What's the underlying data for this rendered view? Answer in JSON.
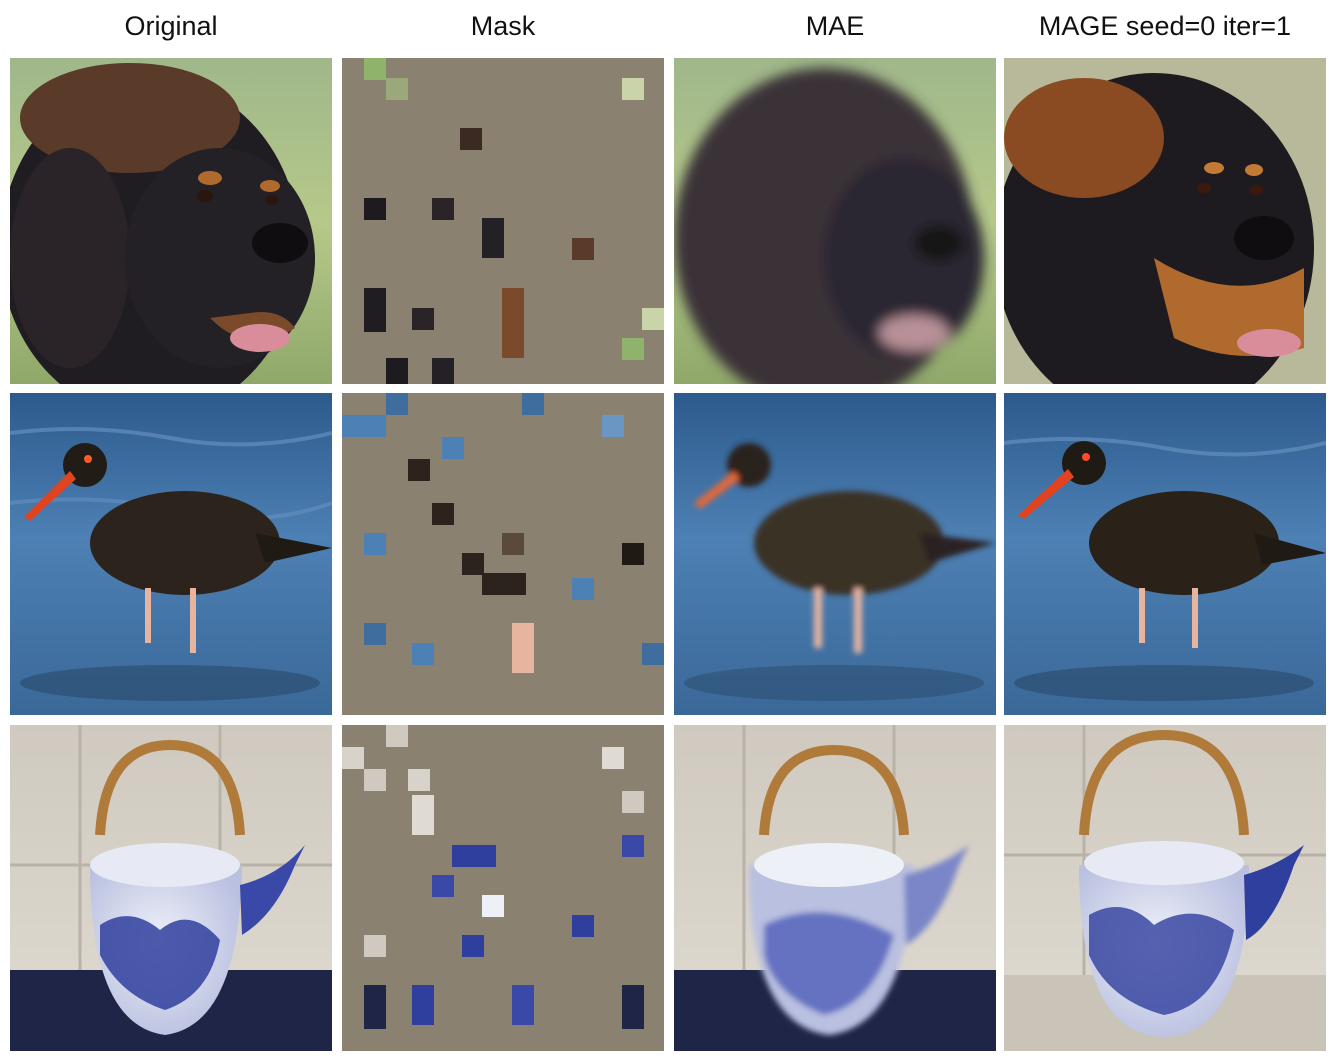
{
  "headers": [
    "Original",
    "Mask",
    "MAE",
    "MAGE seed=0 iter=1"
  ],
  "rows": [
    {
      "subject": "dog"
    },
    {
      "subject": "bird"
    },
    {
      "subject": "teapot"
    }
  ],
  "colors": {
    "mask_gray": "#8a8170",
    "dog_fur": "#1e1b20",
    "dog_tan": "#b06a2e",
    "grass_bg": "#8fb36a",
    "water": "#3f6e9e",
    "bird_body": "#2c241c",
    "beak": "#e0431f",
    "tile": "#d8d3ca",
    "porcelain_blue": "#2f3f9e",
    "counter": "#1f2547"
  }
}
